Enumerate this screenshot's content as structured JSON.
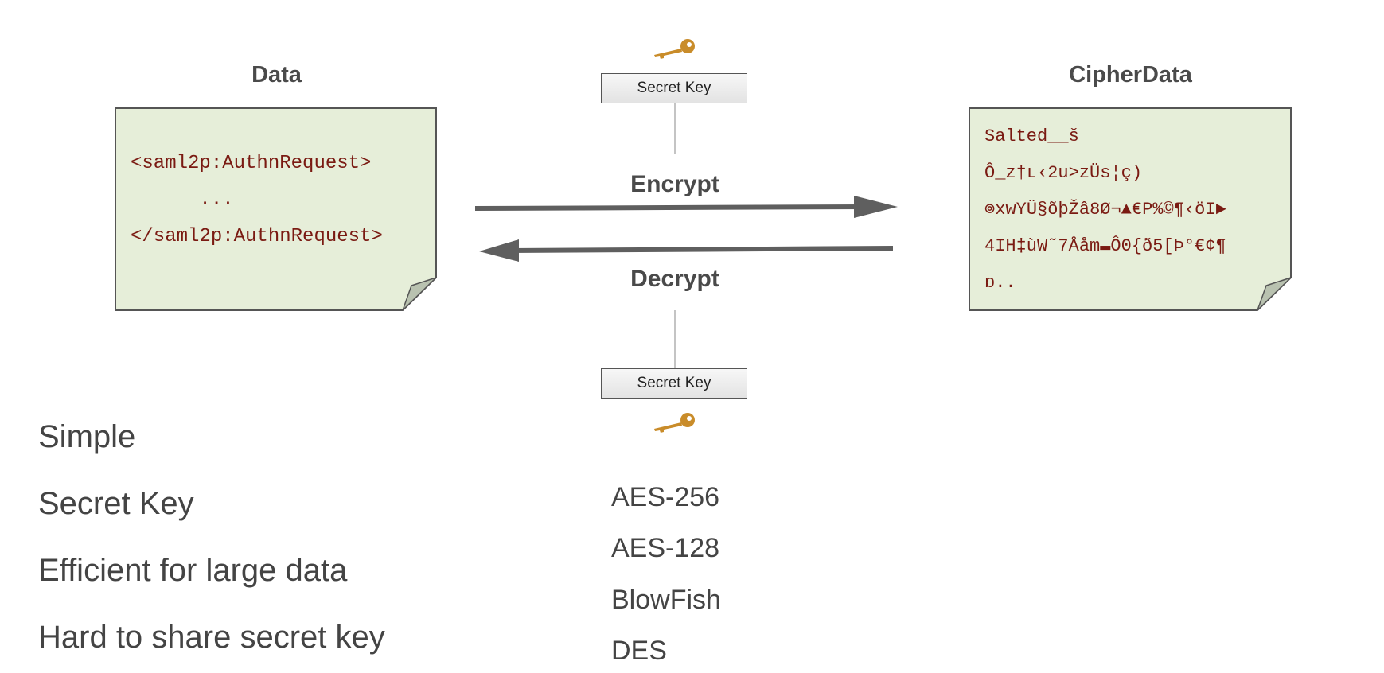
{
  "data_doc": {
    "title": "Data",
    "lines": [
      "<saml2p:AuthnRequest>",
      "      ...",
      "</saml2p:AuthnRequest>"
    ]
  },
  "cipher_doc": {
    "title": "CipherData",
    "lines": [
      "Salted__š",
      "Ô_z†ʟ‹2u>zÜs¦ç)",
      "⊚xwYÜ§õþŽâ8Ø¬▲€P%©¶‹öI►",
      "4IH‡ùW˜7Ååm▬Ô0{ð5[Þ°€¢¶",
      "ɒ.."
    ]
  },
  "keys": {
    "top_label": "Secret Key",
    "bottom_label": "Secret Key"
  },
  "arrows": {
    "encrypt": "Encrypt",
    "decrypt": "Decrypt"
  },
  "properties": [
    "Simple",
    "Secret Key",
    "Efficient for large data",
    "Hard to share secret key"
  ],
  "algorithms": [
    "AES-256",
    "AES-128",
    "BlowFish",
    "DES"
  ],
  "colors": {
    "doc_fill": "#e6eed9",
    "doc_border": "#555555",
    "doc_text": "#7a1a12",
    "arrow": "#5f5f5f",
    "key": "#c98c2a"
  },
  "icons": [
    "key-icon",
    "arrow-right-icon",
    "arrow-left-icon"
  ]
}
